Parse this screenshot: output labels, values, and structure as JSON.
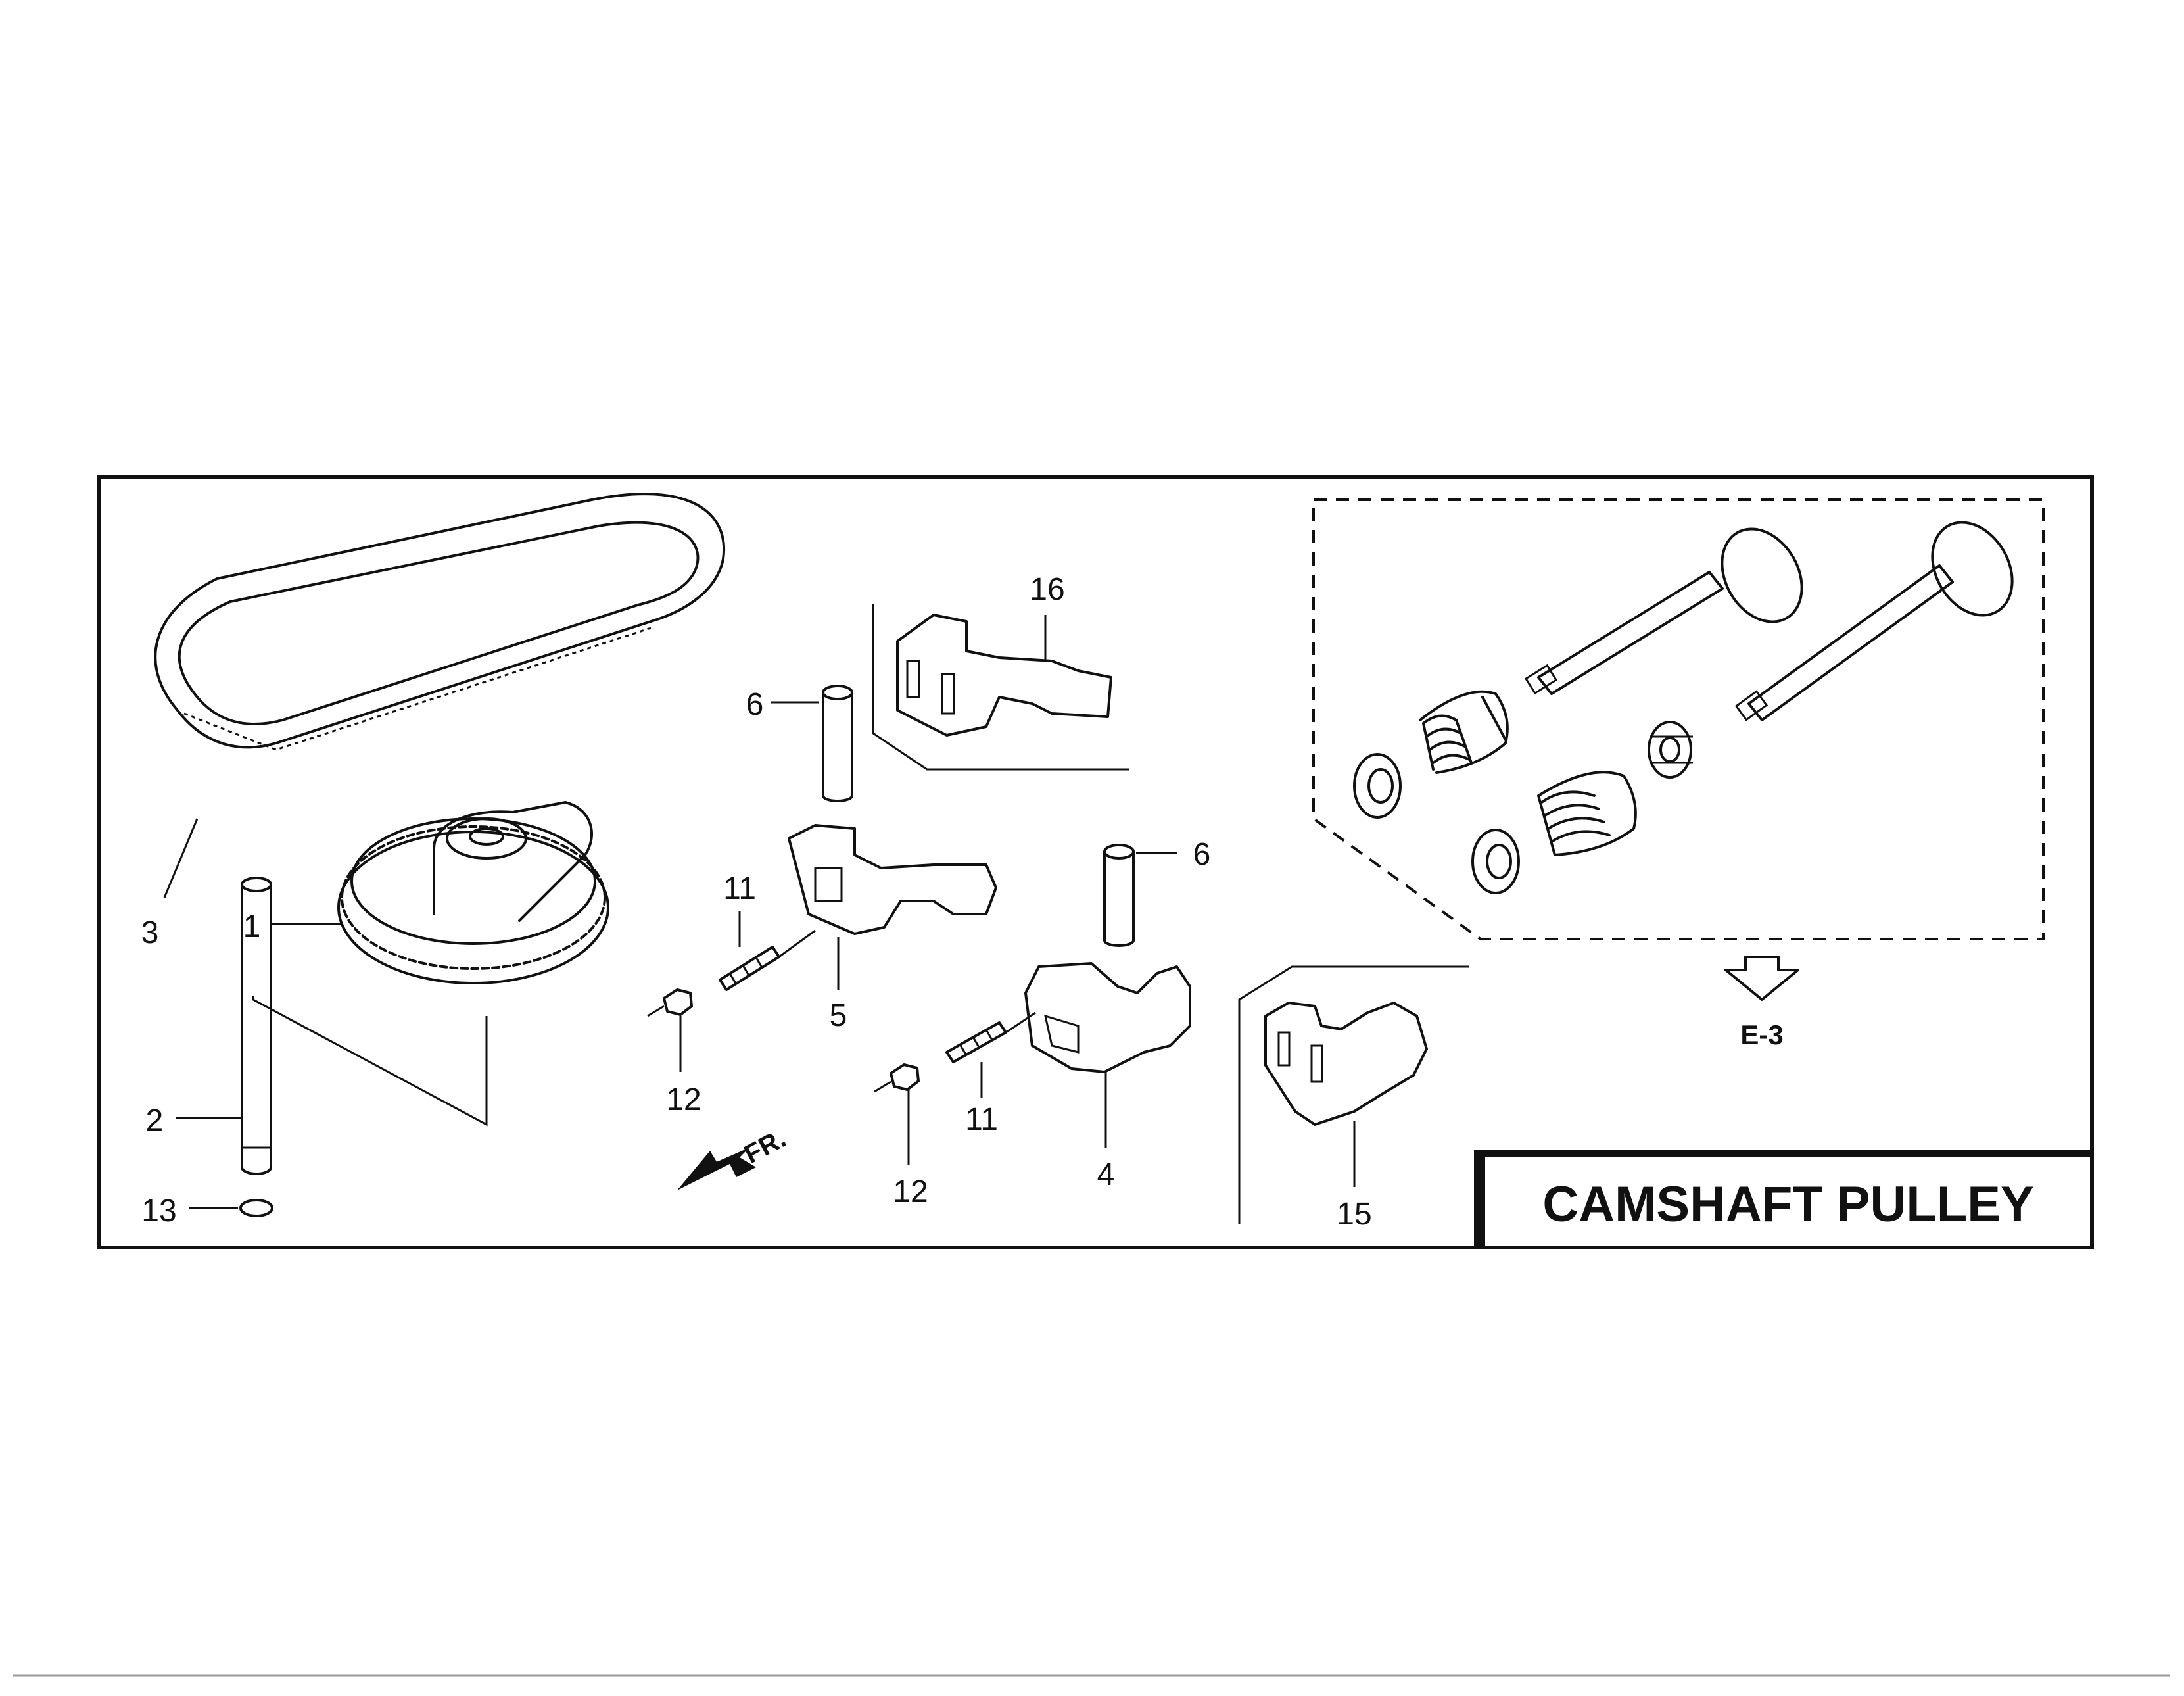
{
  "title": "CAMSHAFT PULLEY",
  "reference": "E-3",
  "front_marker": "FR.",
  "callouts": {
    "belt": "3",
    "pulley": "1",
    "pin": "2",
    "oring": "13",
    "pin_upper": "6",
    "pin_right": "6",
    "arm_upper": "16",
    "adjuster_left": "11",
    "rocker_arm": "5",
    "nut_left": "12",
    "adjuster_right": "11",
    "nut_right": "12",
    "rocker_arm_right": "4",
    "arm_lower": "15"
  }
}
